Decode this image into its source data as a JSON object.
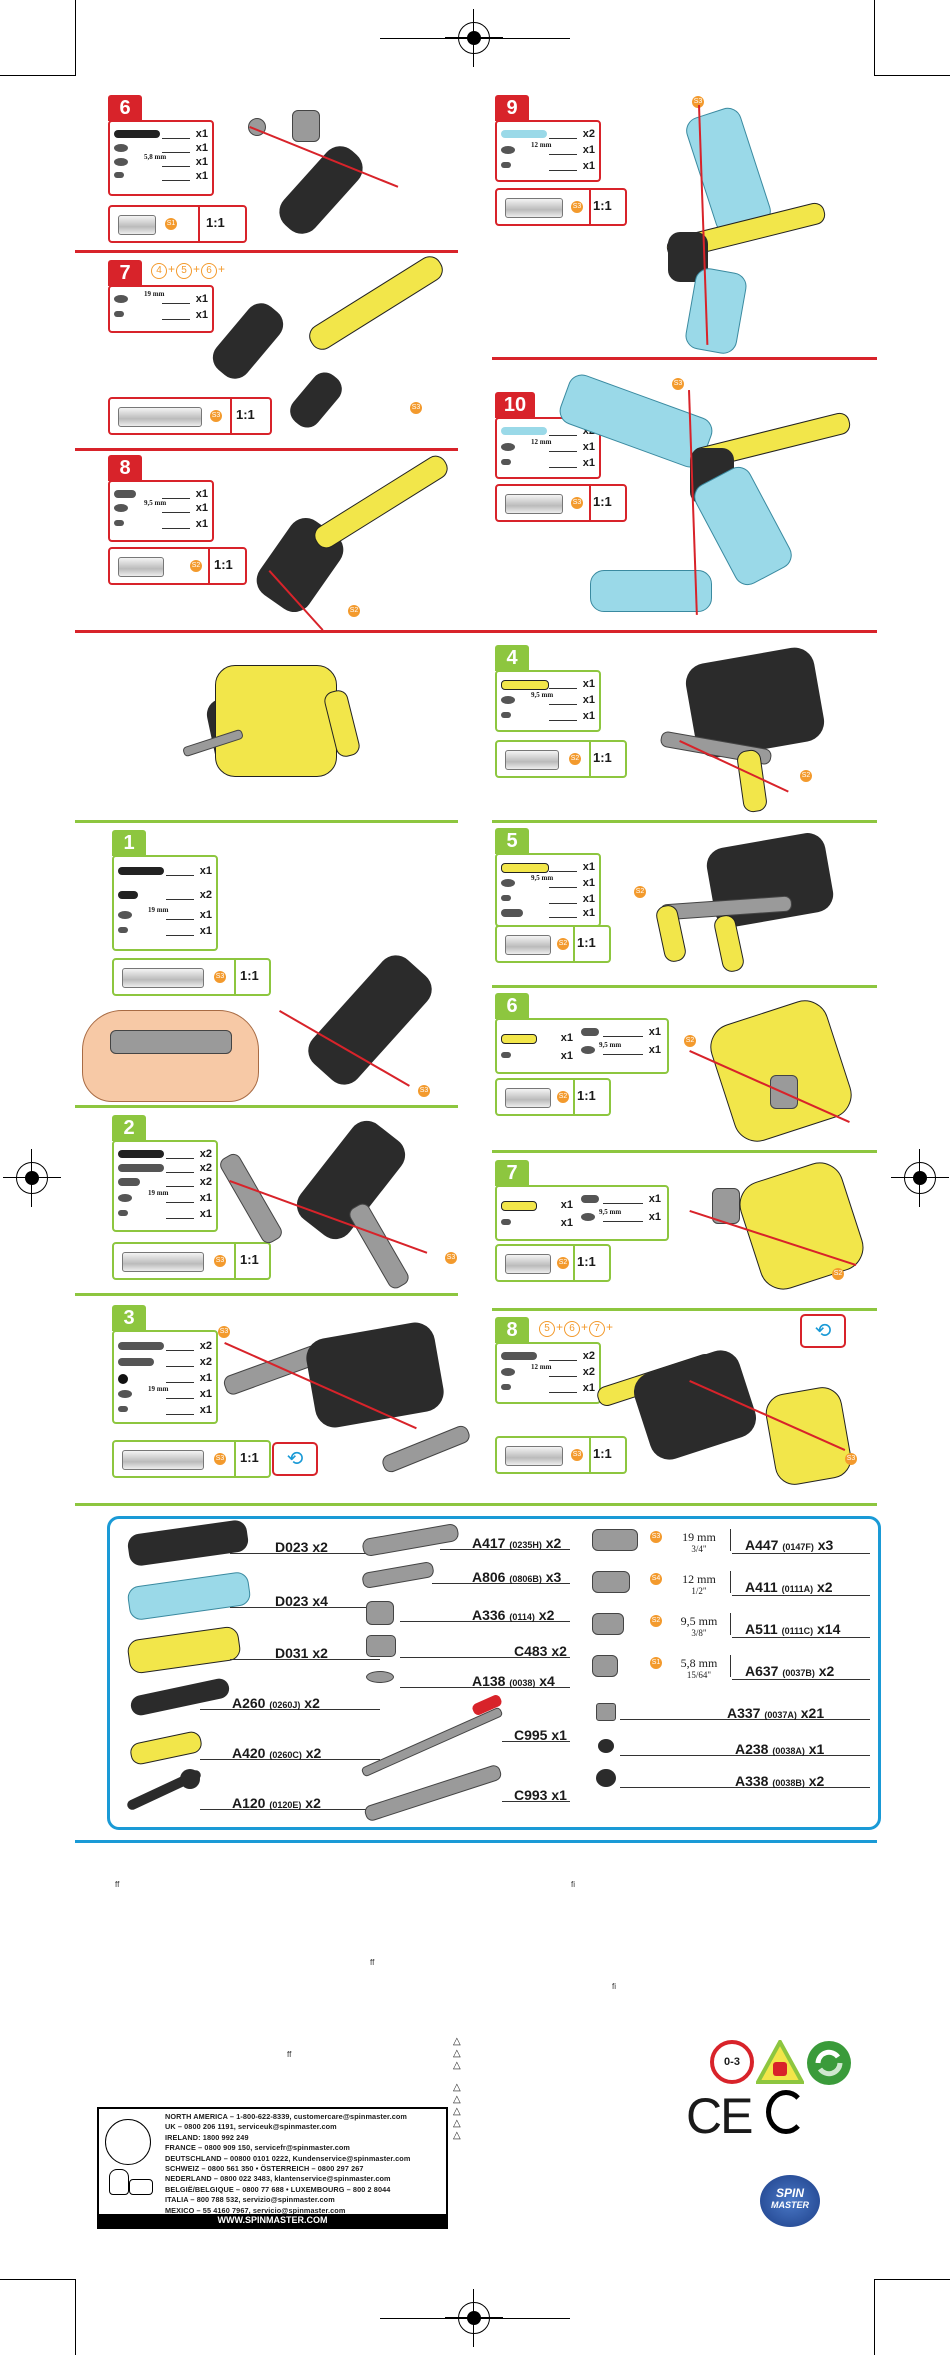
{
  "colors": {
    "red": "#d8232a",
    "green": "#8dc63f",
    "blue": "#1a9ad6",
    "yellow": "#f2e64a",
    "cyan": "#9ad9e8",
    "black": "#2b2b2b",
    "orange": "#f39a2d"
  },
  "steps_red": [
    {
      "num": "6",
      "rows": [
        {
          "qty": "x1"
        },
        {
          "qty": "x1"
        },
        {
          "qty": "x1",
          "size": "5,8 mm"
        },
        {
          "qty": "x1"
        }
      ],
      "bolt_badge": "S1",
      "ratio": "1:1"
    },
    {
      "num": "7",
      "seq": [
        "4",
        "5",
        "6"
      ],
      "rows": [
        {
          "qty": "x1",
          "size": "19 mm"
        },
        {
          "qty": "x1"
        }
      ],
      "bolt_badge": "S3",
      "ratio": "1:1"
    },
    {
      "num": "8",
      "rows": [
        {
          "qty": "x1"
        },
        {
          "qty": "x1",
          "size": "9,5 mm"
        },
        {
          "qty": "x1"
        }
      ],
      "bolt_badge": "S2",
      "ratio": "1:1"
    },
    {
      "num": "9",
      "rows": [
        {
          "qty": "x2"
        },
        {
          "qty": "x1",
          "size": "12 mm"
        },
        {
          "qty": "x1"
        }
      ],
      "bolt_badge": "S3",
      "ratio": "1:1"
    },
    {
      "num": "10",
      "rows": [
        {
          "qty": "x2"
        },
        {
          "qty": "x1",
          "size": "12 mm"
        },
        {
          "qty": "x1"
        }
      ],
      "bolt_badge": "S3",
      "ratio": "1:1"
    }
  ],
  "steps_green": [
    {
      "num": "1",
      "rows": [
        {
          "qty": "x1"
        },
        {
          "qty": "x2"
        },
        {
          "qty": "x1",
          "size": "19 mm"
        },
        {
          "qty": "x1"
        }
      ],
      "bolt_badge": "S3",
      "ratio": "1:1"
    },
    {
      "num": "2",
      "rows": [
        {
          "qty": "x2"
        },
        {
          "qty": "x2"
        },
        {
          "qty": "x2"
        },
        {
          "qty": "x1",
          "size": "19 mm"
        },
        {
          "qty": "x1"
        }
      ],
      "bolt_badge": "S3",
      "ratio": "1:1"
    },
    {
      "num": "3",
      "rows": [
        {
          "qty": "x2"
        },
        {
          "qty": "x2"
        },
        {
          "qty": "x1"
        },
        {
          "qty": "x1",
          "size": "19 mm"
        },
        {
          "qty": "x1"
        }
      ],
      "bolt_badge": "S3",
      "ratio": "1:1"
    },
    {
      "num": "4",
      "rows": [
        {
          "qty": "x1"
        },
        {
          "qty": "x1",
          "size": "9,5 mm"
        },
        {
          "qty": "x1"
        }
      ],
      "bolt_badge": "S2",
      "ratio": "1:1"
    },
    {
      "num": "5",
      "rows": [
        {
          "qty": "x1"
        },
        {
          "qty": "x1",
          "size": "9,5 mm"
        },
        {
          "qty": "x1"
        },
        {
          "qty": "x1"
        }
      ],
      "bolt_badge": "S2",
      "ratio": "1:1"
    },
    {
      "num": "6",
      "rows": [
        {
          "qty": "x1"
        },
        {
          "qty": "x1"
        },
        {
          "qty": "x1",
          "size": "9,5 mm"
        },
        {
          "qty": "x1"
        }
      ],
      "bolt_badge": "S2",
      "ratio": "1:1"
    },
    {
      "num": "7",
      "rows": [
        {
          "qty": "x1"
        },
        {
          "qty": "x1"
        },
        {
          "qty": "x1",
          "size": "9,5 mm"
        },
        {
          "qty": "x1"
        }
      ],
      "bolt_badge": "S2",
      "ratio": "1:1"
    },
    {
      "num": "8",
      "seq": [
        "5",
        "6",
        "7"
      ],
      "rows": [
        {
          "qty": "x2"
        },
        {
          "qty": "x2",
          "size": "12 mm"
        },
        {
          "qty": "x1"
        }
      ],
      "bolt_badge": "S3",
      "ratio": "1:1"
    }
  ],
  "parts_list": {
    "col1": [
      {
        "code": "D023",
        "sub": "",
        "qty": "x2"
      },
      {
        "code": "D023",
        "sub": "",
        "qty": "x4"
      },
      {
        "code": "D031",
        "sub": "",
        "qty": "x2"
      },
      {
        "code": "A260",
        "sub": "(0260J)",
        "qty": "x2"
      },
      {
        "code": "A420",
        "sub": "(0260C)",
        "qty": "x2"
      },
      {
        "code": "A120",
        "sub": "(0120E)",
        "qty": "x2"
      }
    ],
    "col2": [
      {
        "code": "A417",
        "sub": "(0235H)",
        "qty": "x2"
      },
      {
        "code": "A806",
        "sub": "(0806B)",
        "qty": "x3"
      },
      {
        "code": "A336",
        "sub": "(0114)",
        "qty": "x2"
      },
      {
        "code": "C483",
        "sub": "",
        "qty": "x2"
      },
      {
        "code": "A138",
        "sub": "(0038)",
        "qty": "x4"
      },
      {
        "code": "C995",
        "sub": "",
        "qty": "x1"
      },
      {
        "code": "C993",
        "sub": "",
        "qty": "x1"
      }
    ],
    "col3": [
      {
        "badge": "S3",
        "mm": "19 mm",
        "inch": "3/4\"",
        "code": "A447",
        "sub": "(0147F)",
        "qty": "x3"
      },
      {
        "badge": "S4",
        "mm": "12 mm",
        "inch": "1/2\"",
        "code": "A411",
        "sub": "(0111A)",
        "qty": "x2"
      },
      {
        "badge": "S2",
        "mm": "9,5 mm",
        "inch": "3/8\"",
        "code": "A511",
        "sub": "(0111C)",
        "qty": "x14"
      },
      {
        "badge": "S1",
        "mm": "5,8 mm",
        "inch": "15/64\"",
        "code": "A637",
        "sub": "(0037B)",
        "qty": "x2"
      },
      {
        "code": "A337",
        "sub": "(0037A)",
        "qty": "x21"
      },
      {
        "code": "A238",
        "sub": "(0038A)",
        "qty": "x1"
      },
      {
        "code": "A338",
        "sub": "(0038B)",
        "qty": "x2"
      }
    ]
  },
  "contact": {
    "lines": [
      "NORTH AMERICA – 1-800-622-8339, customercare@spinmaster.com",
      "UK – 0800 206 1191, serviceuk@spinmaster.com",
      "IRELAND: 1800 992 249",
      "FRANCE – 0800 909 150, servicefr@spinmaster.com",
      "DEUTSCHLAND – 00800 0101 0222, Kundenservice@spinmaster.com",
      "SCHWEIZ – 0800 561 350 • ÖSTERREICH – 0800 297 267",
      "NEDERLAND – 0800 022 3483, klantenservice@spinmaster.com",
      "BELGIË/BELGIQUE – 0800 77 688 • LUXEMBOURG – 800 2 8044",
      "ITALIA – 800 788 532, servizio@spinmaster.com",
      "MEXICO – 55 4160 7967, servicio@spinmaster.com"
    ],
    "website": "WWW.SPINMASTER.COM"
  },
  "logos": {
    "age_warning": "0-3",
    "brand_line1": "SPIN",
    "brand_line2": "MASTER",
    "ce": "CE"
  },
  "stray_glyphs": [
    "ff",
    "fi",
    "ff",
    "fi",
    "ff"
  ]
}
